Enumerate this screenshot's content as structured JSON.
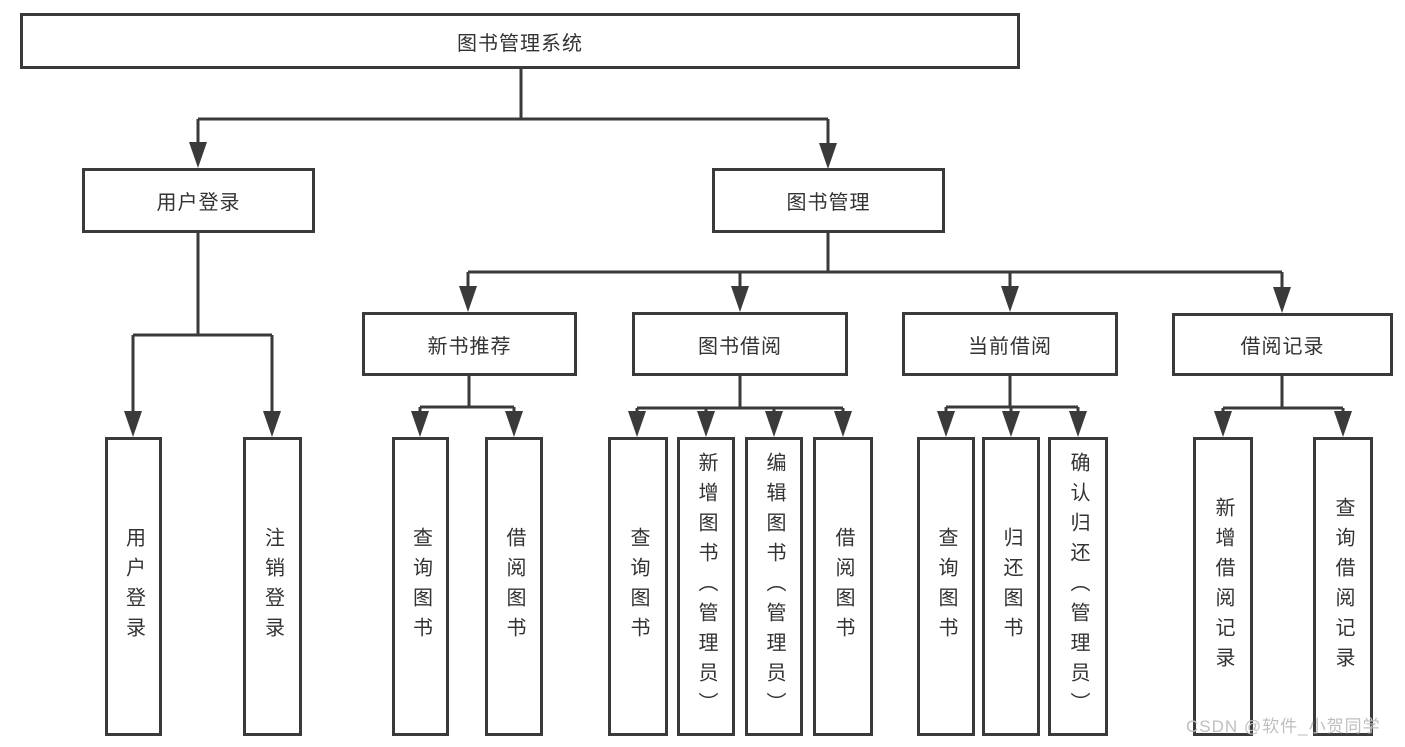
{
  "diagram": {
    "type": "hierarchy-tree",
    "colors": {
      "line": "#3a3a3a",
      "box_border": "#3a3a3a",
      "box_background": "#ffffff",
      "text": "#333333",
      "watermark": "#bfbfbf"
    },
    "tree": {
      "label": "图书管理系统",
      "children": [
        {
          "label": "用户登录",
          "children": [
            {
              "label": "用户登录"
            },
            {
              "label": "注销登录"
            }
          ]
        },
        {
          "label": "图书管理",
          "children": [
            {
              "label": "新书推荐",
              "children": [
                {
                  "label": "查询图书"
                },
                {
                  "label": "借阅图书"
                }
              ]
            },
            {
              "label": "图书借阅",
              "children": [
                {
                  "label": "查询图书"
                },
                {
                  "label": "新增图书（管理员）"
                },
                {
                  "label": "编辑图书（管理员）"
                },
                {
                  "label": "借阅图书"
                }
              ]
            },
            {
              "label": "当前借阅",
              "children": [
                {
                  "label": "查询图书"
                },
                {
                  "label": "归还图书"
                },
                {
                  "label": "确认归还（管理员）"
                }
              ]
            },
            {
              "label": "借阅记录",
              "children": [
                {
                  "label": "新增借阅记录"
                },
                {
                  "label": "查询借阅记录"
                }
              ]
            }
          ]
        }
      ]
    },
    "watermark": {
      "text": "CSDN @软件_小贺同学"
    }
  }
}
